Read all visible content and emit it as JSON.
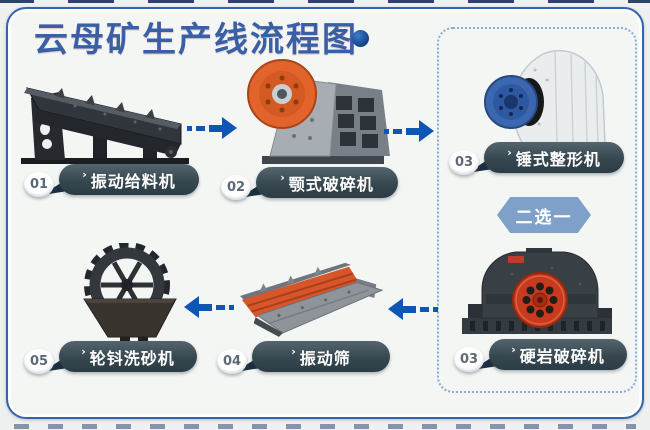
{
  "title": "云母矿生产线流程图",
  "icons": {
    "chevron": "›",
    "dot": "●"
  },
  "badge": {
    "label": "二选一"
  },
  "colors": {
    "title_blue": "#3a5fa6",
    "arrow_blue": "#0e56b5",
    "pill_slate": "#36474f",
    "hexagon_blue": "#7fa0c8",
    "border_blue": "#3465ab",
    "dashed_box_blue": "#86acd8"
  },
  "steps": [
    {
      "num": "01",
      "label": "振动给料机",
      "machine": "vibrating-feeder"
    },
    {
      "num": "02",
      "label": "颚式破碎机",
      "machine": "jaw-crusher"
    },
    {
      "num": "03",
      "label": "锤式整形机",
      "machine": "hammer-shaping-machine"
    },
    {
      "num": "03",
      "label": "硬岩破碎机",
      "machine": "hard-rock-crusher"
    },
    {
      "num": "04",
      "label": "振动筛",
      "machine": "vibrating-screen"
    },
    {
      "num": "05",
      "label": "轮钭洗砂机",
      "machine": "wheel-sand-washer"
    }
  ],
  "flow": {
    "arrows": [
      {
        "from": "01",
        "to": "02",
        "direction": "right"
      },
      {
        "from": "02",
        "to": "03",
        "direction": "right"
      },
      {
        "from": "03",
        "to": "04",
        "direction": "left"
      },
      {
        "from": "04",
        "to": "05",
        "direction": "left"
      }
    ]
  }
}
